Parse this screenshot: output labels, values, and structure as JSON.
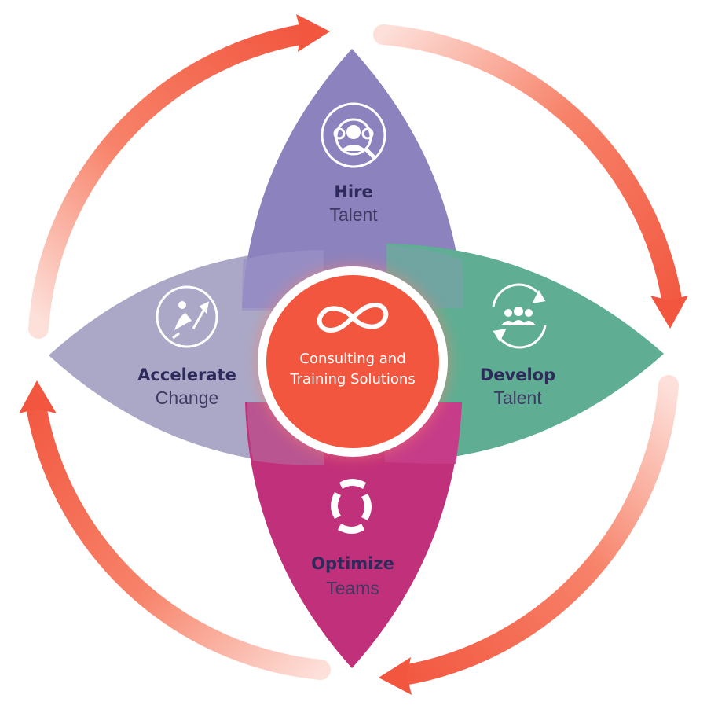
{
  "diagram": {
    "center": {
      "line1": "Consulting and",
      "line2": "Training Solutions",
      "icon": "infinity-icon"
    },
    "petals": {
      "hire": {
        "bold": "Hire",
        "light": "Talent",
        "icon": "people-search-icon"
      },
      "develop": {
        "bold": "Develop",
        "light": "Talent",
        "icon": "team-cycle-icon"
      },
      "optimize": {
        "bold": "Optimize",
        "light": "Teams",
        "icon": "arrows-circle-icon"
      },
      "accelerate": {
        "bold": "Accelerate",
        "light": "Change",
        "icon": "runner-growth-icon"
      }
    },
    "colors": {
      "hire": "#8c82bd",
      "develop": "#5fae93",
      "optimize": "#c1307a",
      "accelerate": "#aaa8c6",
      "center": "#f2563f",
      "arrow": "#f2563f",
      "label_dark": "#2f2a5c",
      "label_light": "#3e3a63"
    }
  }
}
